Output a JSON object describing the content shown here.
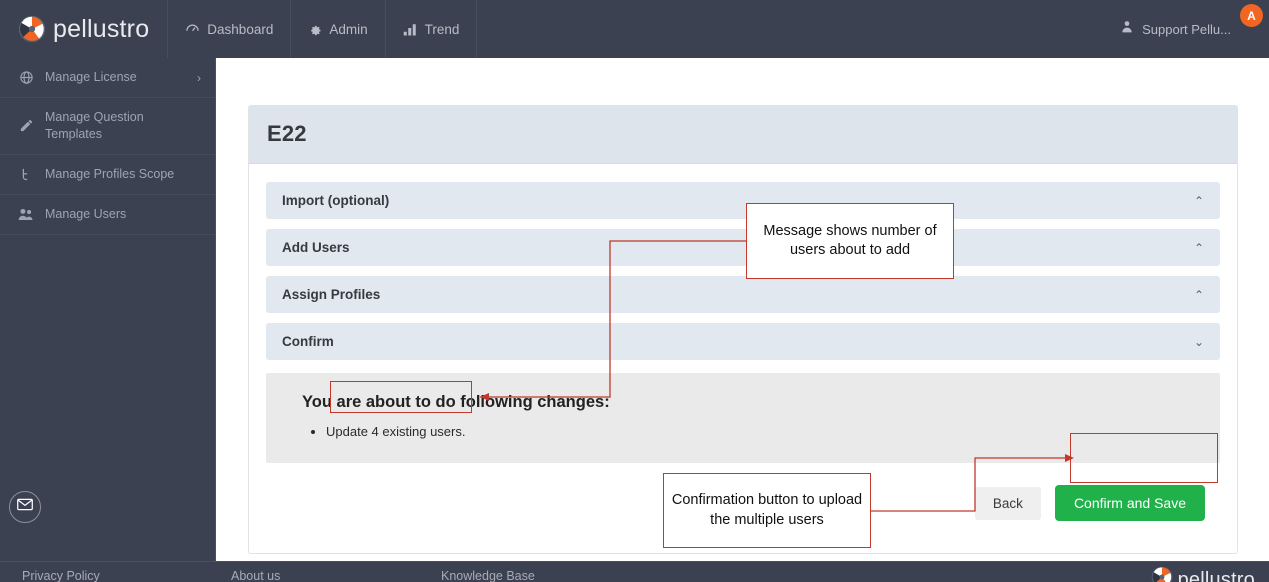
{
  "topbar": {
    "brand": "pellustro",
    "brand_icon": "pinwheel-logo-icon",
    "nav": [
      {
        "label": "Dashboard",
        "icon": "speedometer-icon"
      },
      {
        "label": "Admin",
        "icon": "gear-icon"
      },
      {
        "label": "Trend",
        "icon": "bar-chart-icon"
      }
    ],
    "user": {
      "label": "Support Pellu...",
      "icon": "user-icon",
      "badge": "A"
    }
  },
  "sidebar": {
    "items": [
      {
        "label": "Manage License",
        "icon": "license-disc-icon",
        "chevron": "›",
        "has_chevron": true
      },
      {
        "label": "Manage Question Templates",
        "icon": "pencil-icon",
        "has_chevron": false
      },
      {
        "label": "Manage Profiles Scope",
        "icon": "scope-icon",
        "has_chevron": false
      },
      {
        "label": "Manage Users",
        "icon": "users-icon",
        "has_chevron": false
      }
    ],
    "mail_fab_icon": "envelope-icon"
  },
  "main": {
    "title": "E22",
    "accordions": [
      {
        "label": "Import (optional)",
        "chevron": "⌃",
        "expanded": false
      },
      {
        "label": "Add Users",
        "chevron": "⌃",
        "expanded": false
      },
      {
        "label": "Assign Profiles",
        "chevron": "⌃",
        "expanded": false
      },
      {
        "label": "Confirm",
        "chevron": "⌄",
        "expanded": true
      }
    ],
    "confirm": {
      "heading": "You are about to do following changes:",
      "changes": [
        "Update 4 existing users."
      ]
    },
    "buttons": {
      "back": "Back",
      "confirm_save": "Confirm and Save"
    }
  },
  "footer": {
    "links": [
      "Privacy Policy",
      "About us",
      "Knowledge Base"
    ],
    "brand": "pellustro"
  },
  "annotations": [
    {
      "text": "Message shows number of users about to add"
    },
    {
      "text": "Confirmation button to upload the multiple users"
    }
  ],
  "colors": {
    "chrome": "#3b4150",
    "accent_orange": "#f26522",
    "confirm_green": "#21b14b",
    "card_head": "#dde4ec",
    "accordion": "#e2e8ef",
    "panel_gray": "#eaeaea",
    "annotation_red": "#c0392b"
  }
}
